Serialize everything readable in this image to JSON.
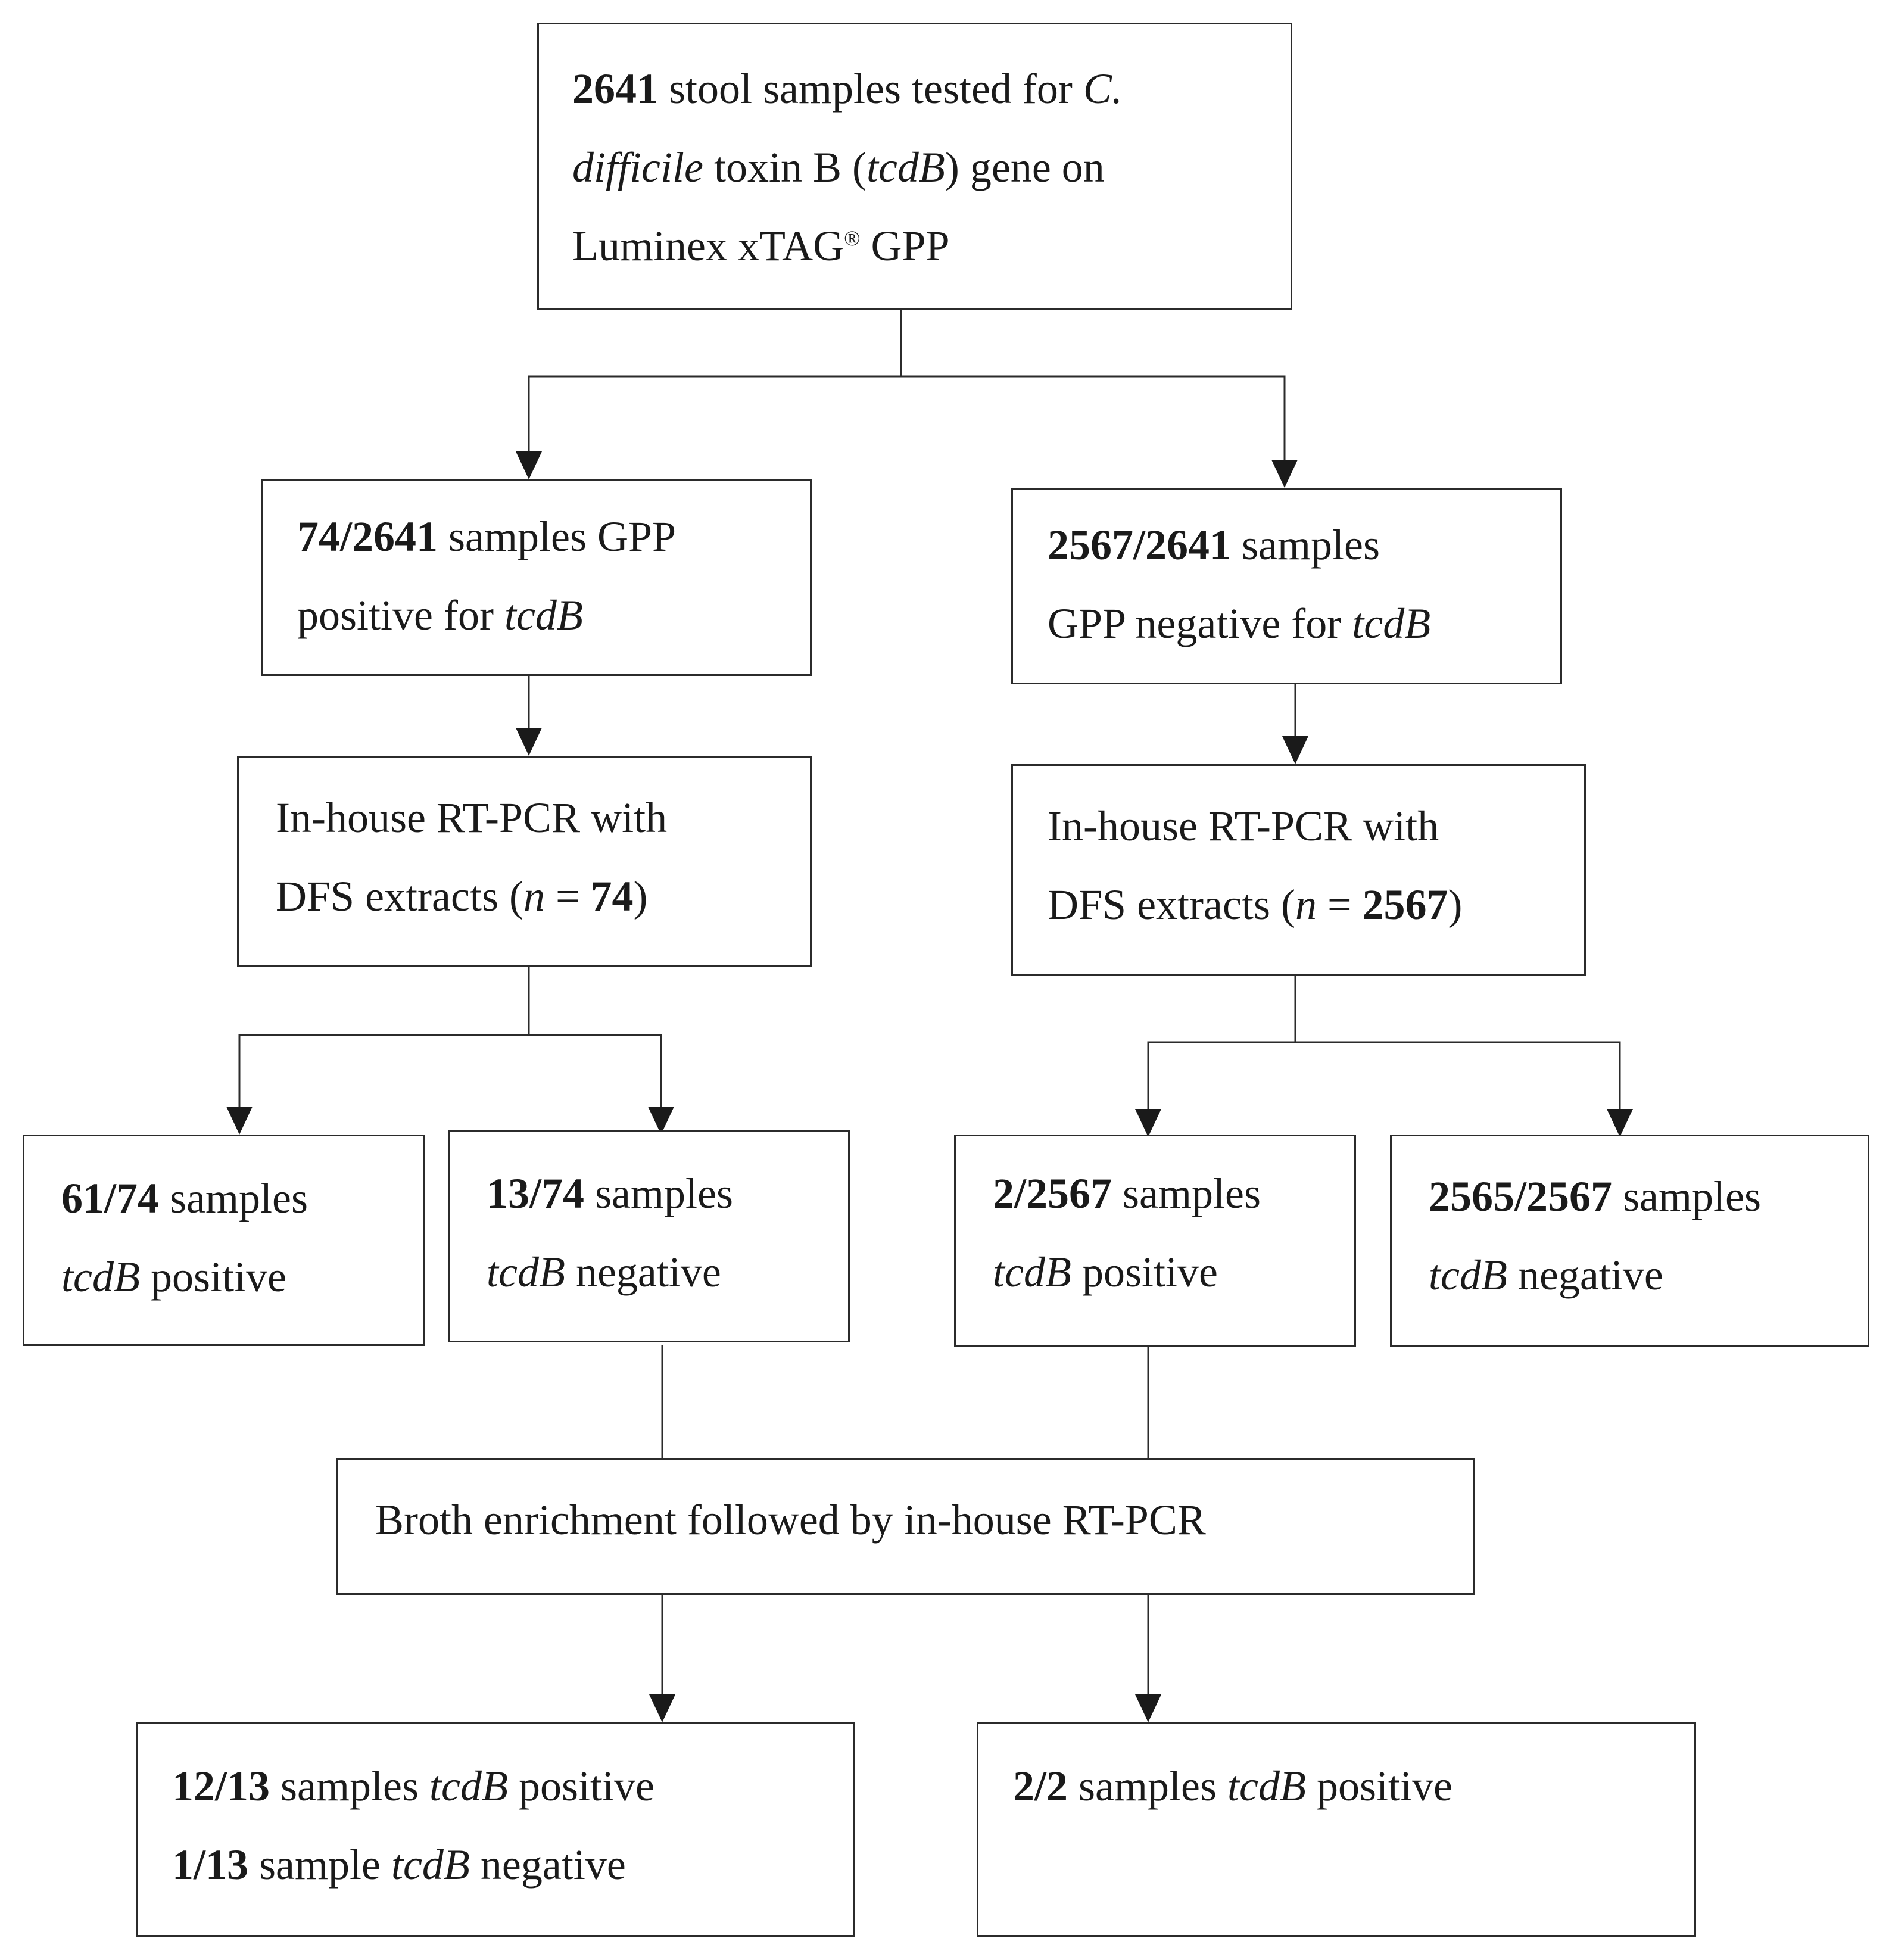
{
  "nodes": {
    "start": {
      "l1_num": "2641",
      "l1_rest": " stool samples tested for ",
      "l1_it": "C.",
      "l2_it": "difficile",
      "l2_a": " toxin B (",
      "l2_gene": "tcdB",
      "l2_b": ") gene on",
      "l3_text": "Luminex xTAG",
      "l3_sup": "®",
      "l3_end": " GPP"
    },
    "gpp_pos": {
      "frac": "74/2641",
      "rest": " samples GPP",
      "l2_text": "positive for ",
      "gene": "tcdB"
    },
    "gpp_neg": {
      "frac": "2567/2641",
      "rest": " samples",
      "l2_text": "GPP negative for ",
      "gene": "tcdB"
    },
    "pcr_left": {
      "l1": "In-house RT-PCR with",
      "l2_a": "DFS extracts (",
      "l2_n": "n",
      "l2_eq": " = ",
      "l2_num": "74",
      "l2_b": ")"
    },
    "pcr_right": {
      "l1": "In-house RT-PCR with",
      "l2_a": "DFS extracts (",
      "l2_n": "n",
      "l2_eq": " = ",
      "l2_num": "2567",
      "l2_b": ")"
    },
    "r1": {
      "frac": "61/74",
      "rest": " samples",
      "gene": "tcdB",
      "result": " positive"
    },
    "r2": {
      "frac": "13/74",
      "rest": " samples",
      "gene": "tcdB",
      "result": " negative"
    },
    "r3": {
      "frac": "2/2567",
      "rest": " samples",
      "gene": "tcdB",
      "result": " positive"
    },
    "r4": {
      "frac": "2565/2567",
      "rest": " samples",
      "gene": "tcdB",
      "result": " negative"
    },
    "broth": {
      "text": "Broth enrichment followed by in-house RT-PCR"
    },
    "final_left": {
      "l1_frac": "12/13",
      "l1_rest": " samples ",
      "l1_gene": "tcdB",
      "l1_result": " positive",
      "l2_frac": "1/13",
      "l2_rest": " sample ",
      "l2_gene": "tcdB",
      "l2_result": " negative"
    },
    "final_right": {
      "frac": "2/2",
      "rest": " samples ",
      "gene": "tcdB",
      "result": " positive"
    }
  },
  "edges": [
    [
      "start",
      "gpp_pos"
    ],
    [
      "start",
      "gpp_neg"
    ],
    [
      "gpp_pos",
      "pcr_left"
    ],
    [
      "gpp_neg",
      "pcr_right"
    ],
    [
      "pcr_left",
      "r1"
    ],
    [
      "pcr_left",
      "r2"
    ],
    [
      "pcr_right",
      "r3"
    ],
    [
      "pcr_right",
      "r4"
    ],
    [
      "r2",
      "broth"
    ],
    [
      "r3",
      "broth"
    ],
    [
      "broth",
      "final_left"
    ],
    [
      "broth",
      "final_right"
    ]
  ]
}
